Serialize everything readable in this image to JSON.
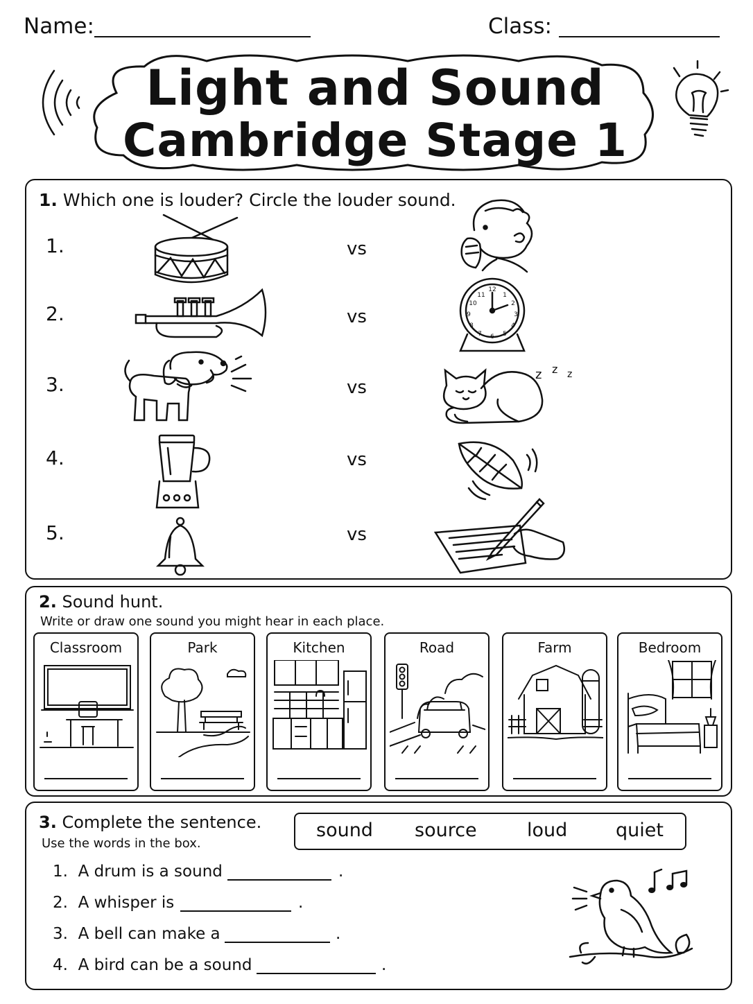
{
  "header": {
    "name_label": "Name:",
    "class_label": "Class:"
  },
  "title": {
    "line1": "Light and Sound",
    "line2": "Cambridge Stage 1"
  },
  "section1": {
    "number": "1.",
    "heading": "Which one is louder? Circle the louder sound.",
    "items": [
      {
        "num": "1.",
        "vs": "vs",
        "left": "drum",
        "right": "whispering boy"
      },
      {
        "num": "2.",
        "vs": "vs",
        "left": "trumpet",
        "right": "clock"
      },
      {
        "num": "3.",
        "vs": "vs",
        "left": "barking dog",
        "right": "sleeping cat"
      },
      {
        "num": "4.",
        "vs": "vs",
        "left": "blender",
        "right": "falling leaf"
      },
      {
        "num": "5.",
        "vs": "vs",
        "left": "bell",
        "right": "pencil writing"
      }
    ],
    "sleep_letters": [
      "z",
      "z",
      "z"
    ],
    "clock_numbers": [
      "12",
      "1",
      "2",
      "3",
      "4",
      "5",
      "6",
      "7",
      "8",
      "9",
      "10",
      "11"
    ]
  },
  "section2": {
    "number": "2.",
    "heading": "Sound hunt.",
    "instruction": "Write or draw one sound you might hear in each place.",
    "places": [
      "Classroom",
      "Park",
      "Kitchen",
      "Road",
      "Farm",
      "Bedroom"
    ]
  },
  "section3": {
    "number": "3.",
    "heading": "Complete the sentence.",
    "instruction": "Use the words in the box.",
    "word_bank": [
      "sound",
      "source",
      "loud",
      "quiet"
    ],
    "sentences": [
      {
        "num": "1.",
        "text": "A drum is a sound"
      },
      {
        "num": "2.",
        "text": "A whisper is"
      },
      {
        "num": "3.",
        "text": "A bell can make a"
      },
      {
        "num": "4.",
        "text": "A bird can be a sound"
      }
    ],
    "period": "."
  }
}
